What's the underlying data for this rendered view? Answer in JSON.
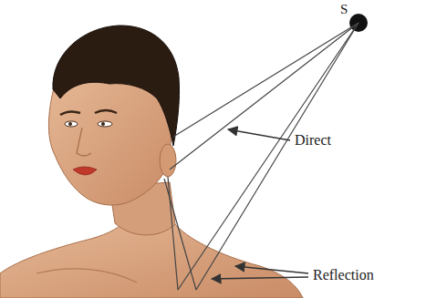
{
  "diagram": {
    "labels": [
      "S",
      "Direct",
      "Reflection"
    ]
  }
}
